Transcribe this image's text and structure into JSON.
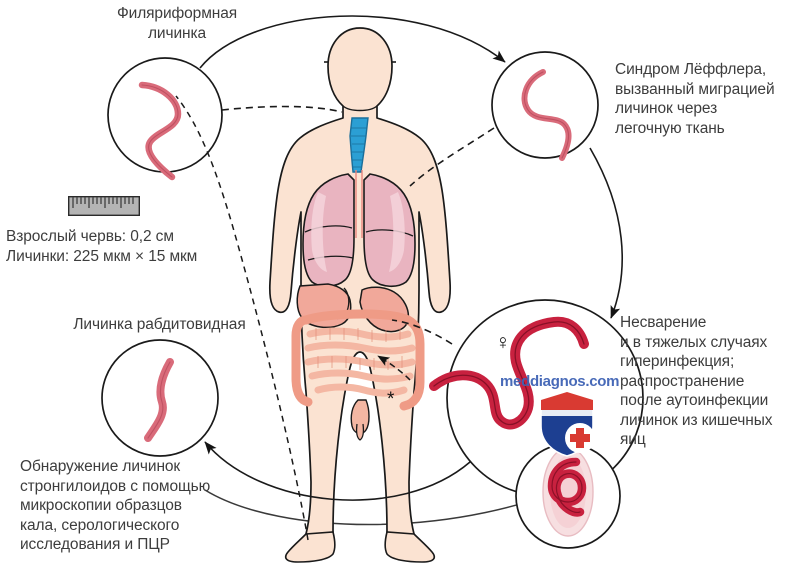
{
  "diagram": {
    "title": "Strongyloides stercoralis life cycle / clinical diagram",
    "background_color": "#ffffff",
    "text_color": "#3d3d3d",
    "larva_color": "#d96b7a",
    "adult_worm_color": "#c8213f",
    "skin_color": "#fbe3d2",
    "lung_color": "#e9b4c0",
    "trachea_color": "#2b9fd4",
    "intestine_color": "#f2b9a5",
    "line_color": "#1a1a1a"
  },
  "labels": {
    "filariform": "Филяриформная\nличинка",
    "loeffler": "Синдром Лёффлера,\nвызванный миграцией\nличинок через\nлегочную ткань",
    "size_info": "Взрослый червь: 0,2 см\nЛичинки: 225 мкм × 15 мкм",
    "rhabditiform": "Личинка рабдитовидная",
    "detection": "Обнаружение личинок\nстронгилоидов с помощью\nмикроскопии образцов\nкала, серологического\nисследования и ПЦР",
    "indigestion": "Несварение\nи в тяжелых случаях\nгиперинфекция;\nраспространение\nпосле аутоинфекции\nличинок из кишечных\nяиц"
  },
  "markers": {
    "asterisk": "*",
    "female_symbol": "♀",
    "watermark": "meddiagnos.com"
  },
  "icons": {
    "ruler": "ruler-icon",
    "filariform_larva": "filariform-larva-icon",
    "rhabditiform_larva": "rhabditiform-larva-icon",
    "lung_larva": "lung-larva-icon",
    "adult_female_worm": "adult-female-worm-icon",
    "egg": "egg-with-larva-icon",
    "human_body": "human-body-icon",
    "medical_shield": "medical-shield-icon"
  }
}
